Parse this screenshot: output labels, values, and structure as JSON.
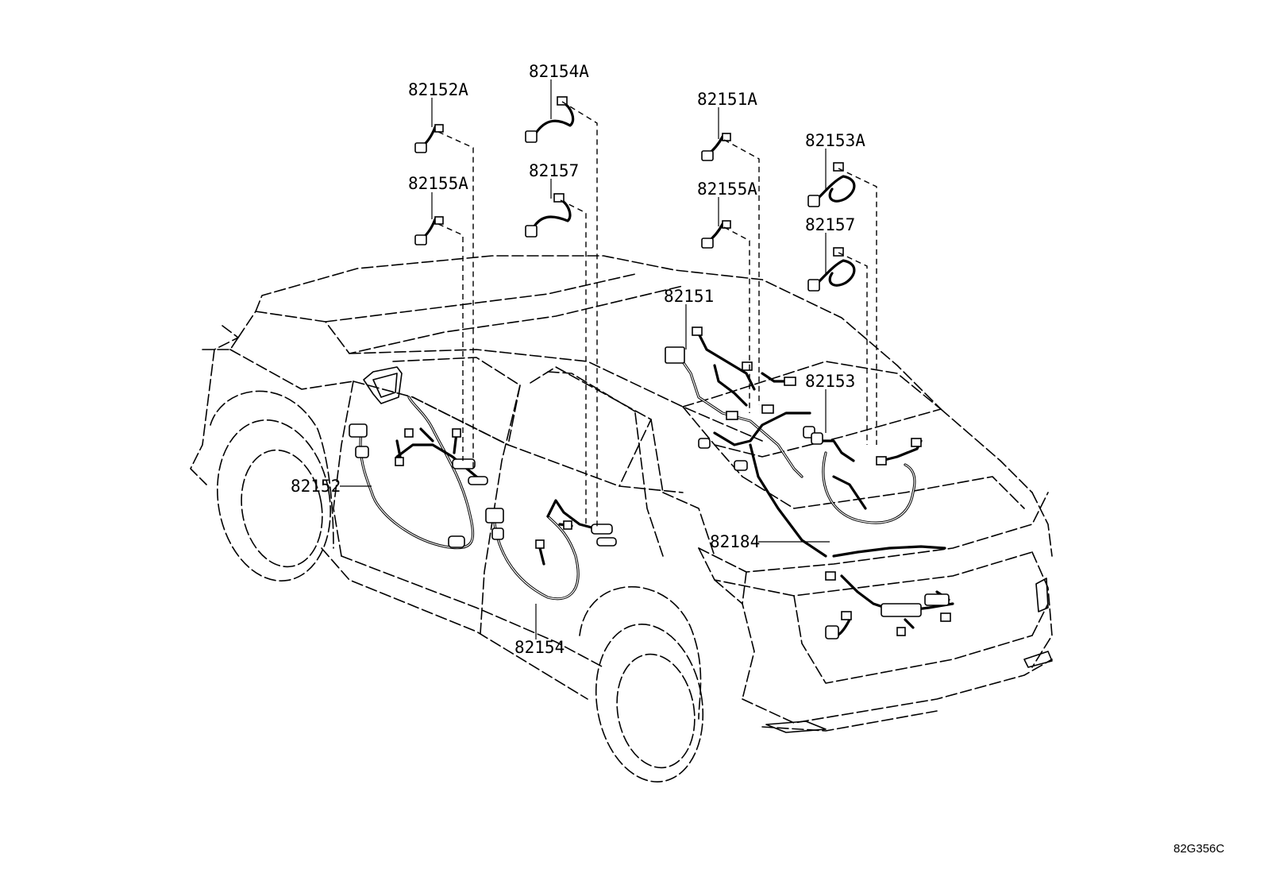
{
  "diagram": {
    "callouts": {
      "c82152A": "82152A",
      "c82155A_left": "82155A",
      "c82154A": "82154A",
      "c82157_mid": "82157",
      "c82151A": "82151A",
      "c82155A_right": "82155A",
      "c82153A": "82153A",
      "c82157_right": "82157",
      "c82151": "82151",
      "c82153": "82153",
      "c82152": "82152",
      "c82184": "82184",
      "c82154": "82154"
    },
    "drawing_code": "82G356C"
  }
}
